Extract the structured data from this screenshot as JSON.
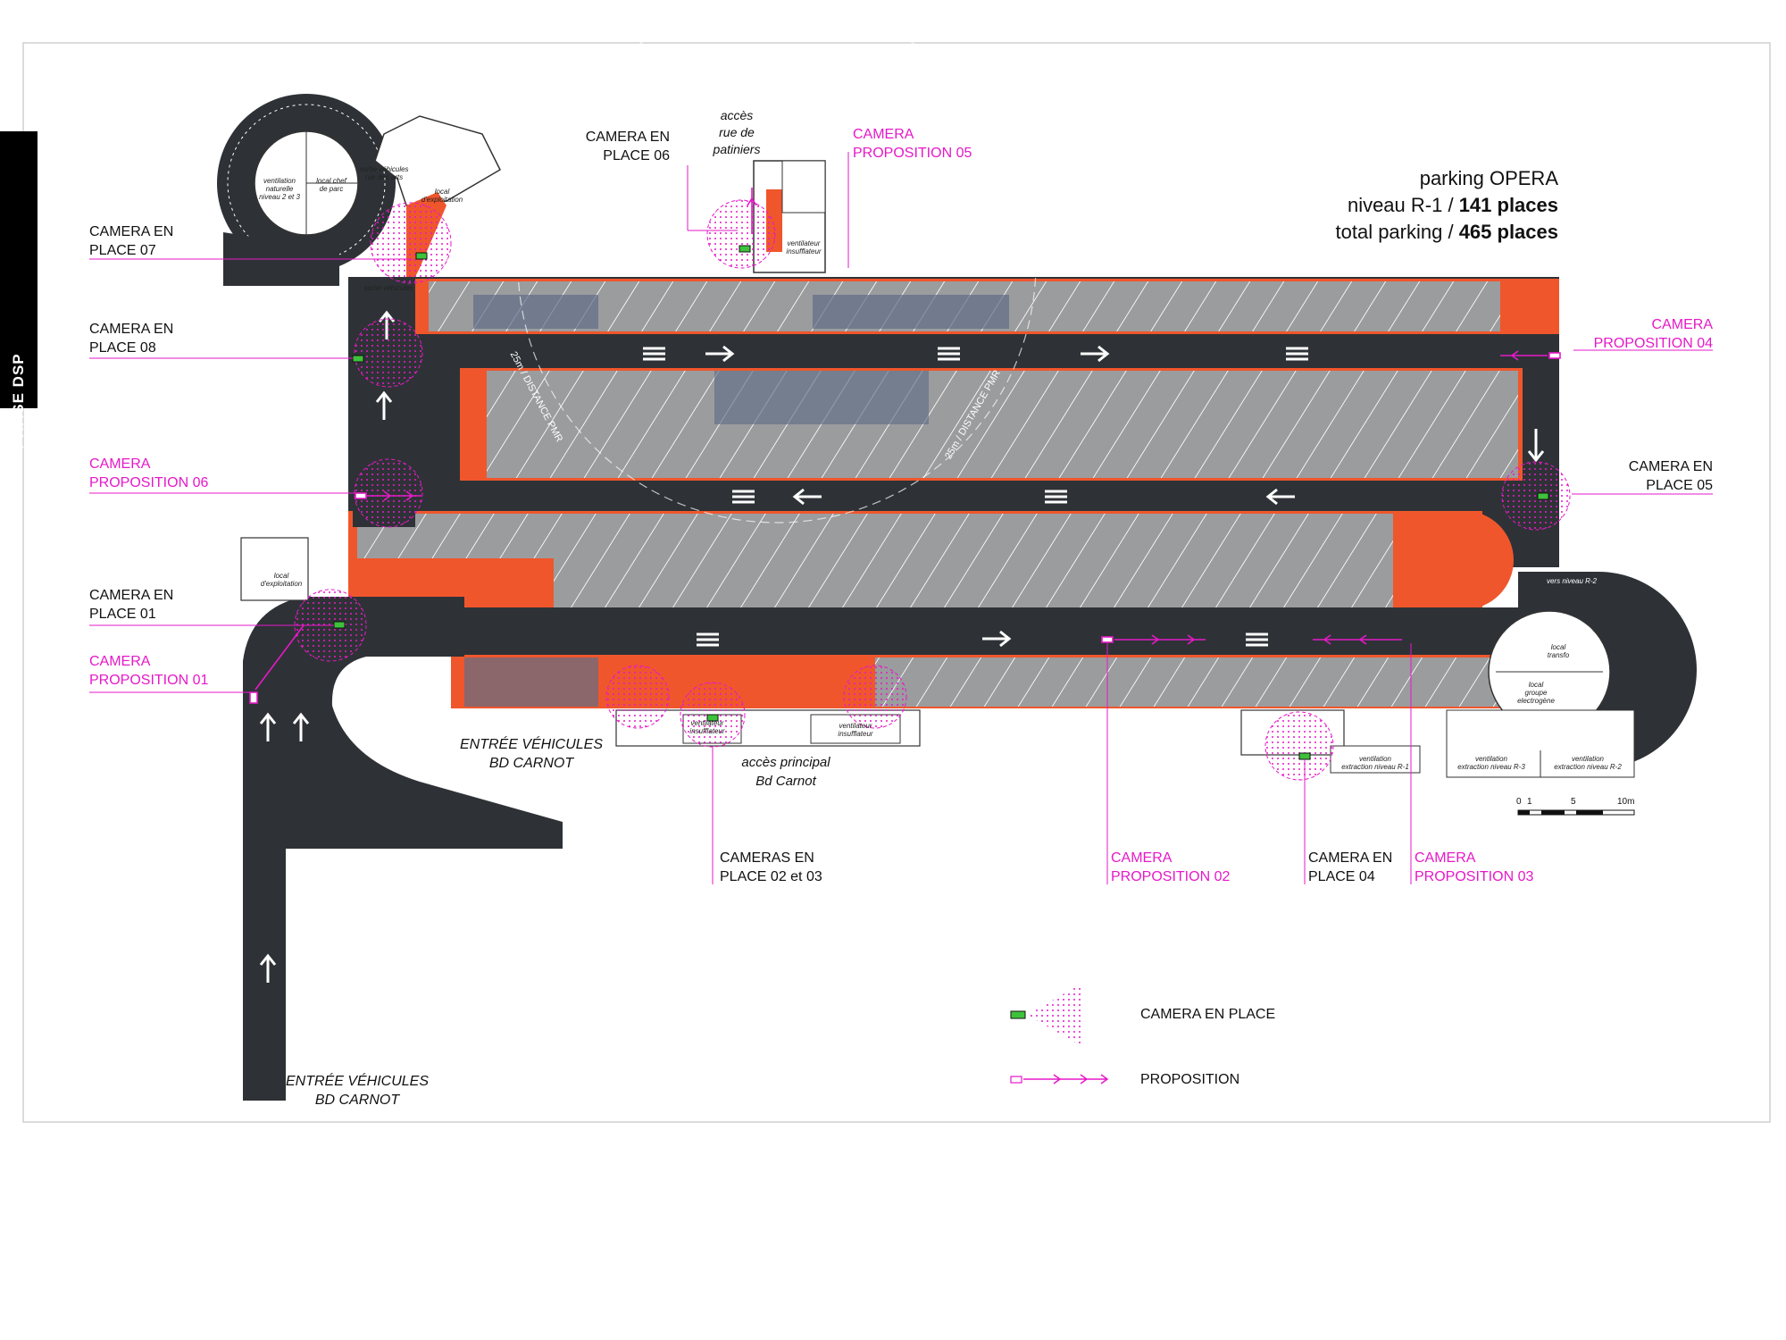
{
  "sidebar_label": "PHASE DSP",
  "title": {
    "line1": "parking OPERA",
    "line2_prefix": "niveau R-1 / ",
    "line2_bold": "141 places",
    "line3_prefix": "total parking / ",
    "line3_bold": "465 places"
  },
  "labels": {
    "cam06": [
      "CAMERA EN",
      "PLACE 06"
    ],
    "acces_patiniers": [
      "accès",
      "rue de",
      "patiniers"
    ],
    "prop05": [
      "CAMERA",
      "PROPOSITION 05"
    ],
    "cam07": [
      "CAMERA EN",
      "PLACE 07"
    ],
    "cam08": [
      "CAMERA EN",
      "PLACE 08"
    ],
    "prop06": [
      "CAMERA",
      "PROPOSITION 06"
    ],
    "cam01": [
      "CAMERA EN",
      "PLACE 01"
    ],
    "prop01": [
      "CAMERA",
      "PROPOSITION 01"
    ],
    "prop04": [
      "CAMERA",
      "PROPOSITION 04"
    ],
    "cam05": [
      "CAMERA EN",
      "PLACE 05"
    ],
    "entree_mid": [
      "ENTRÉE VÉHICULES",
      "BD CARNOT"
    ],
    "acces_principal": [
      "accès principal",
      "Bd Carnot"
    ],
    "cams0203": [
      "CAMERAS EN",
      "PLACE 02 et 03"
    ],
    "prop02": [
      "CAMERA",
      "PROPOSITION 02"
    ],
    "cam04": [
      "CAMERA EN",
      "PLACE 04"
    ],
    "prop03": [
      "CAMERA",
      "PROPOSITION 03"
    ],
    "entree_bottom": [
      "ENTRÉE VÉHICULES",
      "BD CARNOT"
    ]
  },
  "rooms": {
    "ventilation_naturelle": [
      "ventilation",
      "naturelle",
      "niveau 2 et 3"
    ],
    "local_chef": [
      "local chef",
      "de parc"
    ],
    "sortie_vehicules_arts": [
      "sortie véhicules",
      "rue des arts"
    ],
    "local_exploitation_top": [
      "local",
      "d'exploitation"
    ],
    "sortie_vehicules": [
      "sortie véhicules"
    ],
    "ventilateur_insufflateur_top": [
      "ventilateur",
      "insufflateur"
    ],
    "local_exploitation_left": [
      "local",
      "d'exploitation"
    ],
    "ventilateur_insufflateur_a": [
      "ventilateur",
      "insufflateur"
    ],
    "ventilateur_insufflateur_b": [
      "ventilateur",
      "insufflateur"
    ],
    "ventilation_extraction_r1": [
      "ventilation",
      "extraction niveau R-1"
    ],
    "ventilation_extraction_r3": [
      "ventilation",
      "extraction niveau R-3"
    ],
    "ventilation_extraction_r2": [
      "ventilation",
      "extraction niveau R-2"
    ],
    "vers_niveau_r2": [
      "vers niveau R-2"
    ],
    "local_transfo": [
      "local",
      "transfo"
    ],
    "local_groupe": [
      "local",
      "groupe",
      "electrogène"
    ]
  },
  "distance_labels": [
    "25m / DISTANCE PMR",
    "25m / DISTANCE PMR"
  ],
  "scale": {
    "ticks": [
      "0",
      "1",
      "5",
      "10m"
    ]
  },
  "legend": {
    "camera_en_place": "CAMERA EN PLACE",
    "proposition": "PROPOSITION"
  },
  "colors": {
    "road": "#2e3236",
    "orange": "#f0562c",
    "parking_gray": "#9b9c9e",
    "pmr_blue": "#5f6e86",
    "pink": "#e619c8",
    "camera_green": "#3ec23c"
  }
}
